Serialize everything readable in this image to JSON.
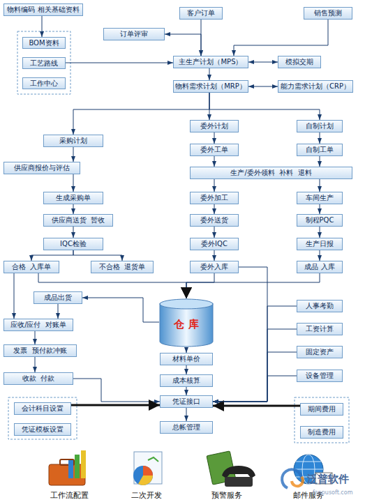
{
  "diagram": {
    "nodes": [
      {
        "text": [
          "物料编码 相关基础资料"
        ]
      },
      {
        "text": [
          "客户订单"
        ]
      },
      {
        "text": [
          "销售预测"
        ]
      },
      {
        "text": [
          "订单评审"
        ]
      },
      {
        "text": [
          "BOM资料"
        ]
      },
      {
        "text": [
          "主生产计划（MPS）"
        ]
      },
      {
        "text": [
          "模拟交期"
        ]
      },
      {
        "text": [
          "工艺路线"
        ]
      },
      {
        "text": [
          "工作中心"
        ]
      },
      {
        "text": [
          "物料需求计划（MRP）"
        ]
      },
      {
        "text": [
          "能力需求计划（CRP）"
        ]
      },
      {
        "text": [
          "委外计划"
        ]
      },
      {
        "text": [
          "自制计划"
        ]
      },
      {
        "text": [
          "采购计划"
        ]
      },
      {
        "text": [
          "委外工单"
        ]
      },
      {
        "text": [
          "自制工单"
        ]
      },
      {
        "text": [
          "供应商报价与评估"
        ]
      },
      {
        "text": [
          "生产/委外领料  补料  退料"
        ]
      },
      {
        "text": [
          "生成采购单"
        ]
      },
      {
        "text": [
          "委外加工"
        ]
      },
      {
        "text": [
          "车间生产"
        ]
      },
      {
        "text": [
          "供应商送货  暂收"
        ]
      },
      {
        "text": [
          "委外送货"
        ]
      },
      {
        "text": [
          "制程PQC"
        ]
      },
      {
        "text": [
          "IQC检验"
        ]
      },
      {
        "text": [
          "委外IQC"
        ]
      },
      {
        "text": [
          "生产日报"
        ]
      },
      {
        "text": [
          "合格  入库单"
        ]
      },
      {
        "text": [
          "不合格  退货单"
        ]
      },
      {
        "text": [
          "委外入库"
        ]
      },
      {
        "text": [
          "成品 入库"
        ]
      },
      {
        "text": [
          "成品出货"
        ]
      },
      {
        "text": [
          "仓 库"
        ]
      },
      {
        "text": [
          "人事考勤"
        ]
      },
      {
        "text": [
          "应收/应付  对账单"
        ]
      },
      {
        "text": [
          "工资计算"
        ]
      },
      {
        "text": [
          "发票  预付款冲账"
        ]
      },
      {
        "text": [
          "固定资产"
        ]
      },
      {
        "text": [
          "材料单价"
        ]
      },
      {
        "text": [
          "收款  付款"
        ]
      },
      {
        "text": [
          "成本核算"
        ]
      },
      {
        "text": [
          "设备管理"
        ]
      },
      {
        "text": [
          "会计科目设置"
        ]
      },
      {
        "text": [
          "凭证接口"
        ]
      },
      {
        "text": [
          "期间费用"
        ]
      },
      {
        "text": [
          "凭证模板设置"
        ]
      },
      {
        "text": [
          "制造费用"
        ]
      },
      {
        "text": [
          "总帐管理"
        ]
      }
    ],
    "edges": [
      {
        "from": 0,
        "to": 4,
        "arrow": "to"
      },
      {
        "from": 1,
        "to": 5,
        "arrow": "to"
      },
      {
        "from": 3,
        "to": 5,
        "arrow": "both"
      },
      {
        "from": 2,
        "to": 5,
        "arrow": "to"
      },
      {
        "from": 7,
        "to": 5,
        "arrow": "to"
      },
      {
        "from": 5,
        "to": 6,
        "arrow": "both"
      },
      {
        "from": 5,
        "to": 9,
        "arrow": "to"
      },
      {
        "from": 9,
        "to": 10,
        "arrow": "both"
      },
      {
        "from": 9,
        "to": 11,
        "arrow": "to"
      },
      {
        "from": 9,
        "to": 12,
        "arrow": "to"
      },
      {
        "from": 9,
        "to": 13,
        "arrow": "to"
      },
      {
        "from": 11,
        "to": 14,
        "arrow": "to"
      },
      {
        "from": 12,
        "to": 15,
        "arrow": "to"
      },
      {
        "from": 14,
        "to": 17,
        "arrow": "to"
      },
      {
        "from": 15,
        "to": 17,
        "arrow": "to"
      },
      {
        "from": 13,
        "to": 16,
        "arrow": "to"
      },
      {
        "from": 16,
        "to": 18,
        "arrow": "to"
      },
      {
        "from": 17,
        "to": 19,
        "arrow": "to"
      },
      {
        "from": 17,
        "to": 20,
        "arrow": "to"
      },
      {
        "from": 18,
        "to": 21,
        "arrow": "to"
      },
      {
        "from": 21,
        "to": 24,
        "arrow": "to"
      },
      {
        "from": 24,
        "to": 27,
        "arrow": "to"
      },
      {
        "from": 24,
        "to": 28,
        "arrow": "to"
      },
      {
        "from": 19,
        "to": 22,
        "arrow": "to"
      },
      {
        "from": 22,
        "to": 25,
        "arrow": "to"
      },
      {
        "from": 25,
        "to": 29,
        "arrow": "to"
      },
      {
        "from": 20,
        "to": 23,
        "arrow": "to"
      },
      {
        "from": 23,
        "to": 26,
        "arrow": "to"
      },
      {
        "from": 26,
        "to": 30,
        "arrow": "to"
      },
      {
        "from": 27,
        "to": 32,
        "arrow": "to"
      },
      {
        "from": 29,
        "to": 32,
        "arrow": "to"
      },
      {
        "from": 30,
        "to": 32,
        "arrow": "to"
      },
      {
        "from": 32,
        "to": 31,
        "arrow": "to"
      },
      {
        "from": 27,
        "to": 34,
        "arrow": "to"
      },
      {
        "from": 31,
        "to": 34,
        "arrow": "to"
      },
      {
        "from": 34,
        "to": 36,
        "arrow": "to"
      },
      {
        "from": 36,
        "to": 39,
        "arrow": "to"
      },
      {
        "from": 39,
        "to": 43,
        "arrow": "to"
      },
      {
        "from": 42,
        "to": 43,
        "arrow": "to"
      },
      {
        "from": 32,
        "to": 38,
        "arrow": "to"
      },
      {
        "from": 38,
        "to": 40,
        "arrow": "to"
      },
      {
        "from": 40,
        "to": 43,
        "arrow": "to"
      },
      {
        "from": 43,
        "to": 47,
        "arrow": "to"
      },
      {
        "from": 33,
        "to": 43,
        "arrow": "to"
      },
      {
        "from": 35,
        "to": 43,
        "arrow": "to"
      },
      {
        "from": 37,
        "to": 43,
        "arrow": "to"
      },
      {
        "from": 41,
        "to": 43,
        "arrow": "to"
      },
      {
        "from": 44,
        "to": 43,
        "arrow": "to"
      },
      {
        "from": 29,
        "to": 43,
        "arrow": "to"
      }
    ],
    "labels": [
      "工作流配置",
      "二次开发",
      "预警服务",
      "邮件服务",
      "泛普软件",
      "fanpusoft.com"
    ]
  }
}
